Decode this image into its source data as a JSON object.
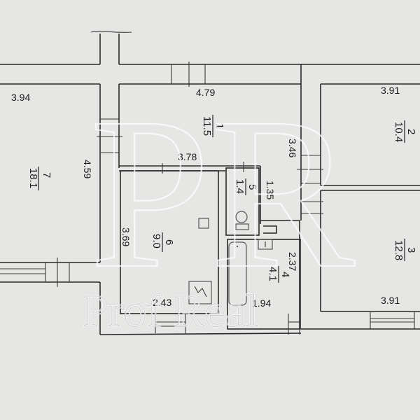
{
  "plan": {
    "background": "#e6e6e4",
    "wall_color": "#2a2a2a",
    "watermark": {
      "monogram": "PR",
      "text": "Prof Real"
    },
    "rooms": [
      {
        "id": "1",
        "number": "1",
        "area": "11.5",
        "dims": [
          "4.79",
          "3.78",
          "3.46"
        ]
      },
      {
        "id": "2",
        "number": "2",
        "area": "10.4",
        "dims": [
          "3.91"
        ]
      },
      {
        "id": "3",
        "number": "3",
        "area": "12.8",
        "dims": [
          "3.91"
        ]
      },
      {
        "id": "4",
        "number": "4",
        "area": "4.1",
        "dims": [
          "2.37",
          "1.94"
        ]
      },
      {
        "id": "5",
        "number": "5",
        "area": "1.4",
        "dims": [
          "1.35"
        ]
      },
      {
        "id": "6",
        "number": "6",
        "area": "9.0",
        "dims": [
          "3.69",
          "2.43"
        ]
      },
      {
        "id": "7",
        "number": "7",
        "area": "18.1",
        "dims": [
          "3.94",
          "4.59"
        ]
      }
    ]
  }
}
